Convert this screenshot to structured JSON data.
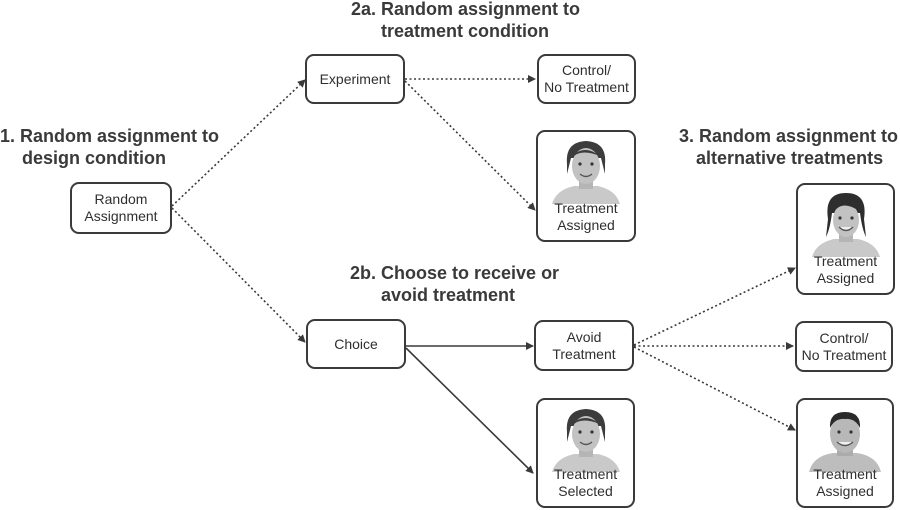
{
  "headings": {
    "h1_line1": "1. Random assignment to",
    "h1_line2": "design condition",
    "h2a_line1": "2a. Random assignment to",
    "h2a_line2": "treatment condition",
    "h2b_line1": "2b. Choose to receive or",
    "h2b_line2": "avoid treatment",
    "h3_line1": "3. Random assignment to",
    "h3_line2": "alternative treatments"
  },
  "nodes": {
    "random_assignment": [
      "Random",
      "Assignment"
    ],
    "experiment": "Experiment",
    "choice": "Choice",
    "control_top": [
      "Control/",
      "No Treatment"
    ],
    "treatment_assigned_top": [
      "Treatment",
      "Assigned"
    ],
    "avoid_treatment": [
      "Avoid",
      "Treatment"
    ],
    "treatment_selected": [
      "Treatment",
      "Selected"
    ],
    "treatment_assigned_right_top": [
      "Treatment",
      "Assigned"
    ],
    "control_right": [
      "Control/",
      "No Treatment"
    ],
    "treatment_assigned_right_bottom": [
      "Treatment",
      "Assigned"
    ]
  },
  "icons": {
    "face_1": "woman-face-icon",
    "face_2": "woman-face-icon",
    "face_3": "woman-face-icon",
    "face_4": "man-face-icon"
  },
  "colors": {
    "line": "#3a3a3a",
    "text": "#2f2f2f",
    "background": "#ffffff"
  }
}
